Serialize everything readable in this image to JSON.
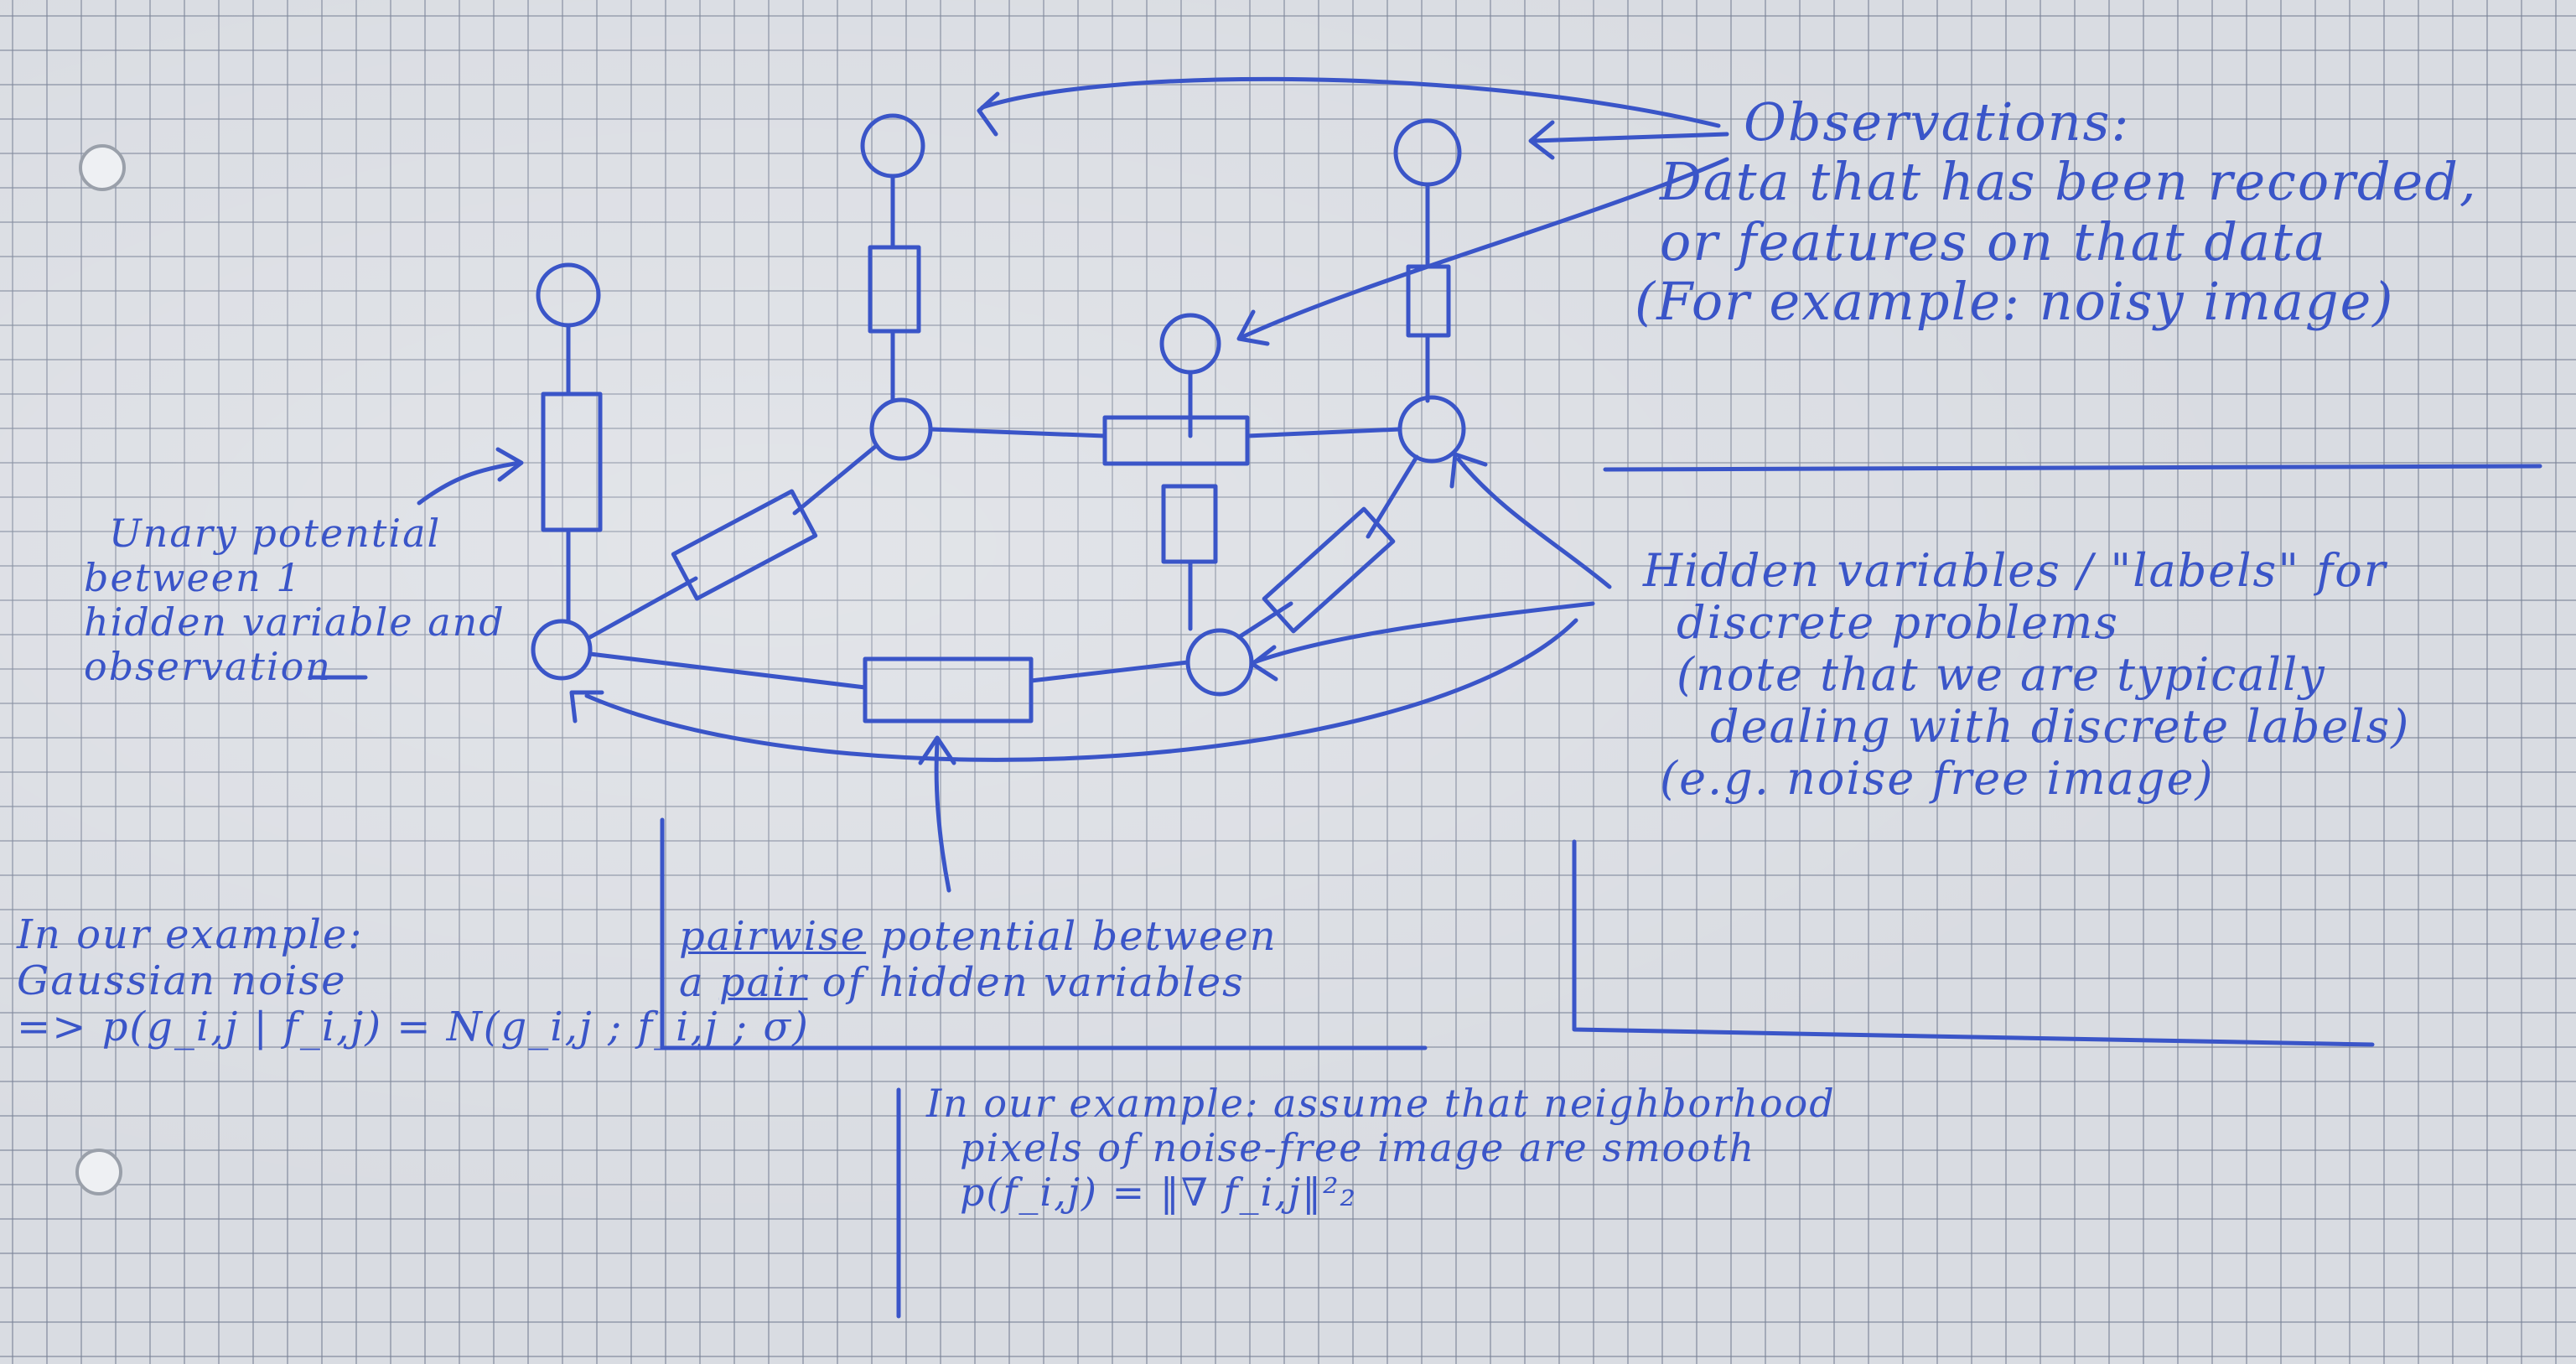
{
  "observations_note": {
    "title": "Observations:",
    "line1": "Data that has been recorded,",
    "line2": "or features on that data",
    "line3": "(For example: noisy image)"
  },
  "hidden_note": {
    "line1": "Hidden variables / \"labels\" for",
    "line2": "discrete problems",
    "line3": "(note that we are typically",
    "line4": "dealing with discrete labels)",
    "line5": "(e.g. noise free image)"
  },
  "unary_note": {
    "line1": "Unary potential",
    "line2": "between 1",
    "line3": "hidden variable and",
    "line4": "observation"
  },
  "unary_example": {
    "line1": "In our example:",
    "line2": "Gaussian noise",
    "line3": "=> p(g_i,j | f_i,j) = N(g_i,j ; f_i,j ; σ)"
  },
  "pairwise_note": {
    "line1_underlined": "pairwise",
    "line1_rest": " potential between",
    "line2_start": "a ",
    "line2_underlined": "pair",
    "line2_rest": " of hidden variables"
  },
  "pairwise_example": {
    "line1": "In our example: assume that neighborhood",
    "line2": "pixels of noise-free image are smooth",
    "line3": "p(f_i,j) = ‖∇ f_i,j‖²₂"
  },
  "colors": {
    "ink": "#3a55c8",
    "paper": "#d9dce2",
    "grid": "#7882a0"
  }
}
